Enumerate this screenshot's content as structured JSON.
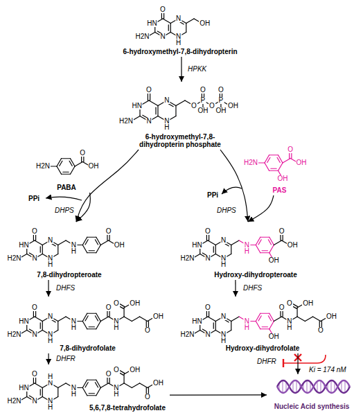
{
  "diagram": {
    "nodes": [
      {
        "text": [
          "6-hydroxymethyl-7,8-dihydropterin"
        ]
      },
      {
        "text": [
          "6-hydroxymethyl-7,8- dihydropterin phosphate"
        ]
      },
      {
        "text": [
          "PABA"
        ]
      },
      {
        "text": [
          "PAS"
        ]
      },
      {
        "text": [
          "7,8-dihydropteroate"
        ]
      },
      {
        "text": [
          "Hydroxy-dihydropteroate"
        ]
      },
      {
        "text": [
          "7,8-dihydrofolate"
        ]
      },
      {
        "text": [
          "Hydroxy-dihydrofolate"
        ]
      },
      {
        "text": [
          "5,6,7,8-tetrahydrofolate"
        ]
      },
      {
        "text": [
          "Nucleic Acid synthesis"
        ]
      }
    ],
    "edges": [
      {
        "from": 0,
        "to": 1,
        "arrow": "to",
        "label": "HPKK"
      },
      {
        "from": 1,
        "to": 4,
        "arrow": "to",
        "label": "DHPS"
      },
      {
        "from": 2,
        "to": 4,
        "arrow": "to"
      },
      {
        "from": 1,
        "to": 5,
        "arrow": "to",
        "label": "DHPS"
      },
      {
        "from": 3,
        "to": 5,
        "arrow": "to"
      },
      {
        "from": 4,
        "to": 6,
        "arrow": "to",
        "label": "DHFS"
      },
      {
        "from": 5,
        "to": 7,
        "arrow": "to",
        "label": "DHFS"
      },
      {
        "from": 6,
        "to": 8,
        "arrow": "to",
        "label": "DHFR"
      },
      {
        "from": 8,
        "to": 9,
        "arrow": "to"
      },
      {
        "from": 7,
        "to": 9,
        "arrow": "to"
      }
    ],
    "labels": [
      "O",
      "HN",
      "H2N",
      "N",
      "N",
      "N",
      "H",
      "OH",
      "O",
      "HN",
      "H2N",
      "N",
      "N",
      "N",
      "H",
      "O",
      "P",
      "O",
      "OH",
      "O",
      "P",
      "O",
      "OH",
      "OH",
      "H2N",
      "O",
      "OH",
      "H2N",
      "O",
      "OH",
      "OH",
      "O",
      "HN",
      "H2N",
      "N",
      "N",
      "N",
      "H",
      "N",
      "H",
      "O",
      "OH",
      "O",
      "HN",
      "H2N",
      "N",
      "N",
      "N",
      "H",
      "N",
      "H",
      "OH",
      "O",
      "OH",
      "O",
      "HN",
      "H2N",
      "N",
      "N",
      "N",
      "H",
      "N",
      "H",
      "O",
      "N",
      "H",
      "O",
      "OH",
      "O",
      "OH",
      "O",
      "HN",
      "H2N",
      "N",
      "N",
      "N",
      "H",
      "N",
      "H",
      "OH",
      "O",
      "N",
      "H",
      "O",
      "OH",
      "O",
      "OH",
      "O",
      "HN",
      "H2N",
      "N",
      "N",
      "H",
      "N",
      "H",
      "N",
      "H",
      "O",
      "N",
      "H",
      "O",
      "OH",
      "O",
      "OH",
      "PPi",
      "PPi",
      "DHFR",
      "Ki = 174 nM"
    ]
  }
}
